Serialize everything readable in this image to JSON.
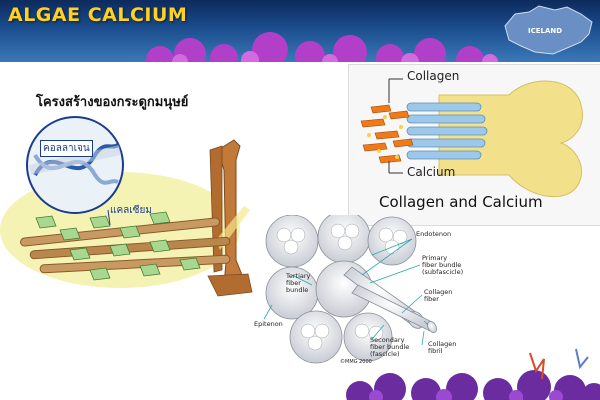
{
  "header": {
    "title": "ALGAE CALCIUM",
    "badge_label": "ICELAND"
  },
  "left_panel": {
    "heading": "โครงสร้างของกระดูกมนุษย์",
    "collagen_label": "คอลลาเจน",
    "calcium_label": "แคลเซียม"
  },
  "collagen_calcium_panel": {
    "collagen_label": "Collagen",
    "calcium_label": "Calcium",
    "title": "Collagen and Calcium"
  },
  "fiber_diagram": {
    "labels": {
      "endotenon": "Endotenon",
      "tertiary": "Tertiary\nfiber\nbundle",
      "primary": "Primary\nfiber bundle\n(subfascicle)",
      "collagen_fiber": "Collagen\nfiber",
      "epitenon": "Epitenon",
      "secondary": "Secondary\nfiber bundle\n(fascicle)",
      "collagen_fibril": "Collagen\nfibril",
      "credit": "©MMG 2000"
    }
  },
  "colors": {
    "title": "#ffd21f",
    "banner": "#1b4d8e",
    "bone": "#e0d27a",
    "collagen_rod": "#9ec8ea",
    "calcium_crystal": "#f07a1a"
  },
  "icons": [
    "iceland-map-icon",
    "coral-reef-icon",
    "bone-icon",
    "dna-helix-icon",
    "magnifier-icon"
  ]
}
